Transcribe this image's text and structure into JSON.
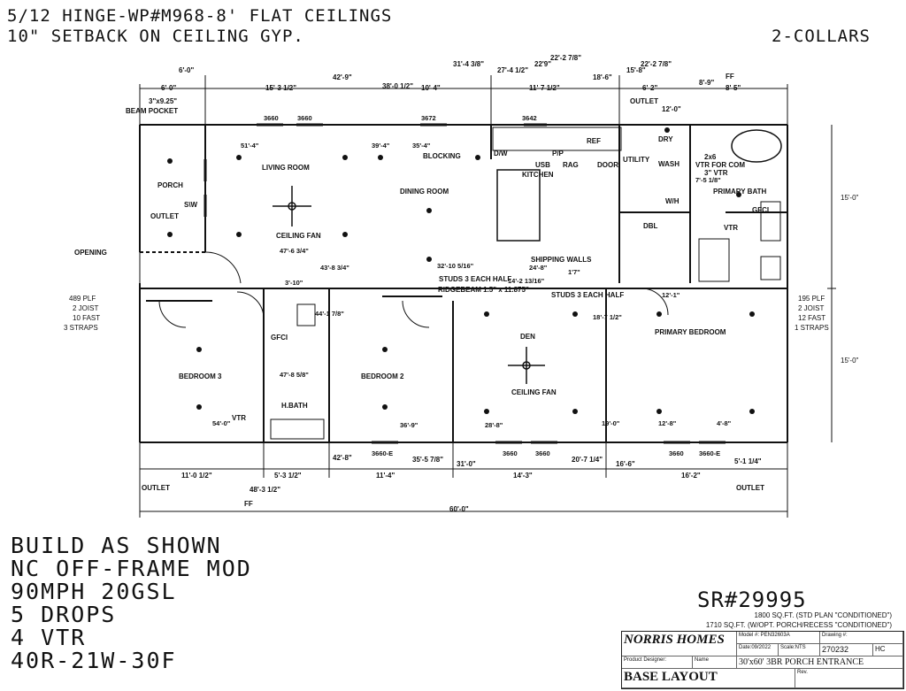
{
  "header": {
    "line1": "5/12 HINGE-WP#M968-8' FLAT CEILINGS",
    "line2": "10\" SETBACK ON CEILING GYP.",
    "collars": "2-COLLARS"
  },
  "rooms": {
    "living": "LIVING ROOM",
    "dining": "DINING ROOM",
    "kitchen": "KITCHEN",
    "porch": "PORCH",
    "bed3": "BEDROOM 3",
    "bed2": "BEDROOM 2",
    "den": "DEN",
    "primary_bed": "PRIMARY BEDROOM",
    "primary_bath": "PRIMARY BATH",
    "hbath": "H.BATH",
    "utility": "UTILITY"
  },
  "labels": {
    "beam_pocket": "BEAM POCKET",
    "beam_pocket_size": "3\"x9.25\"",
    "sw": "S\\W",
    "outlet": "OUTLET",
    "opening": "OPENING",
    "blocking": "BLOCKING",
    "usb": "USB",
    "rag": "RAG",
    "door": "DOOR",
    "dw": "D/W",
    "pp": "P/P",
    "vtr_for_com": "VTR FOR COM",
    "two_x6": "2x6",
    "three_vtr": "3\" VTR",
    "vtr": "VTR",
    "gfci": "GFCI",
    "dbl": "DBL",
    "shipping_walls": "SHIPPING WALLS",
    "ridgebeam": "RIDGEBEAM 1.5\" x 11.875\"",
    "studs_each_half": "STUDS 3 EACH HALF",
    "ceiling_fan": "CEILING FAN",
    "ff": "FF",
    "wh": "W/H",
    "dryer": "DRY",
    "wash": "WASH",
    "ref": "REF"
  },
  "top_dims": {
    "d_6_0": "6'-0\"",
    "d_6_0b": "6'-0\"",
    "d_42_9": "42'-9\"",
    "d_15_3": "15'-3 1/2\"",
    "d_38_0": "38'-0 1/2\"",
    "d_10_4": "10'-4\"",
    "d_31_4": "31'-4 3/8\"",
    "d_27_4": "27'-4 1/2\"",
    "d_22_2": "22'-2 7/8\"",
    "d_22_9": "22'9\"",
    "d_11_7": "11'-7 1/2\"",
    "d_18_6": "18'-6\"",
    "d_15_8": "15'-8\"",
    "d_22_2b": "22'-2 7/8\"",
    "d_6_2": "6'-2\"",
    "d_8_9": "8'-9\"",
    "d_8_5": "8'-5\"",
    "d_12_0": "12'-0\""
  },
  "inner_dims": {
    "w3660a": "3660",
    "w3660b": "3660",
    "w3672": "3672",
    "w3642": "3642",
    "d_51_4": "51'-4\"",
    "d_39_4": "39'-4\"",
    "d_35_4": "35'-4\"",
    "d_47_6": "47'-6 3/4\"",
    "d_43_8": "43'-8 3/4\"",
    "d_3_10": "3'-10\"",
    "d_32_10": "32'-10 5/16\"",
    "d_24_8": "24'-8\"",
    "d_14_2": "14'-2 13/16\"",
    "d_44_1": "44'-1 7/8\"",
    "d_47_8": "47'-8 5/8\"",
    "d_18_7": "18'-7 1/2\"",
    "d_12_1": "12'-1\"",
    "d_1_7": "1'7\"",
    "d_7_5": "7'-5 1/8\"",
    "d_54_0": "54'-0\"",
    "d_36_9": "36'-9\"",
    "d_28_8": "28'-8\"",
    "d_19_0": "19'-0\"",
    "d_12_8": "12'-8\"",
    "d_4_8": "4'-8\"",
    "w3660e_a": "3660-E",
    "w3660e_b": "3660-E",
    "w3660c": "3660",
    "w3660d": "3660",
    "w3660f": "3660"
  },
  "bottom_dims": {
    "d_11_0": "11'-0 1/2\"",
    "d_5_3": "5'-3 1/2\"",
    "d_11_4": "11'-4\"",
    "d_14_3": "14'-3\"",
    "d_16_2": "16'-2\"",
    "d_42_8": "42'-8\"",
    "d_35_5": "35'-5 7/8\"",
    "d_31_0": "31'-0\"",
    "d_20_7": "20'-7 1/4\"",
    "d_16_6": "16'-6\"",
    "d_5_1": "5'-1 1/4\"",
    "d_48_3": "48'-3 1/2\"",
    "d_60_0": "60'-0\""
  },
  "side": {
    "left_plf": "489 PLF",
    "left_joist": "2 JOIST",
    "left_fast": "10 FAST",
    "left_straps": "3 STRAPS",
    "right_plf": "195 PLF",
    "right_joist": "2 JOIST",
    "right_fast": "12 FAST",
    "right_straps": "1 STRAPS",
    "right_15_0a": "15'-0\"",
    "right_15_0b": "15'-0\""
  },
  "notes": [
    "BUILD AS SHOWN",
    "NC OFF-FRAME MOD",
    "90MPH 20GSL",
    "5 DROPS",
    "4 VTR",
    "40R-21W-30F"
  ],
  "sr": "SR#29995",
  "sqft": {
    "std": "1800 SQ.FT. (STD PLAN \"CONDITIONED\")",
    "opt": "1710 SQ.FT. (W/OPT. PORCH/RECESS \"CONDITIONED\")"
  },
  "title_block": {
    "logo": "NORRIS HOMES",
    "model_label": "Model #: PEN32603A",
    "drawing_label": "Drawing #:",
    "date_label": "Date:09/2022",
    "scale_label": "Scale:NTS",
    "drawing_no": "270232",
    "hc": "HC",
    "designer_label": "Product Designer:",
    "designer_name": "Name",
    "plan_title": "30'x60' 3BR PORCH ENTRANCE",
    "layout": "BASE LAYOUT",
    "rev": "Rev."
  }
}
